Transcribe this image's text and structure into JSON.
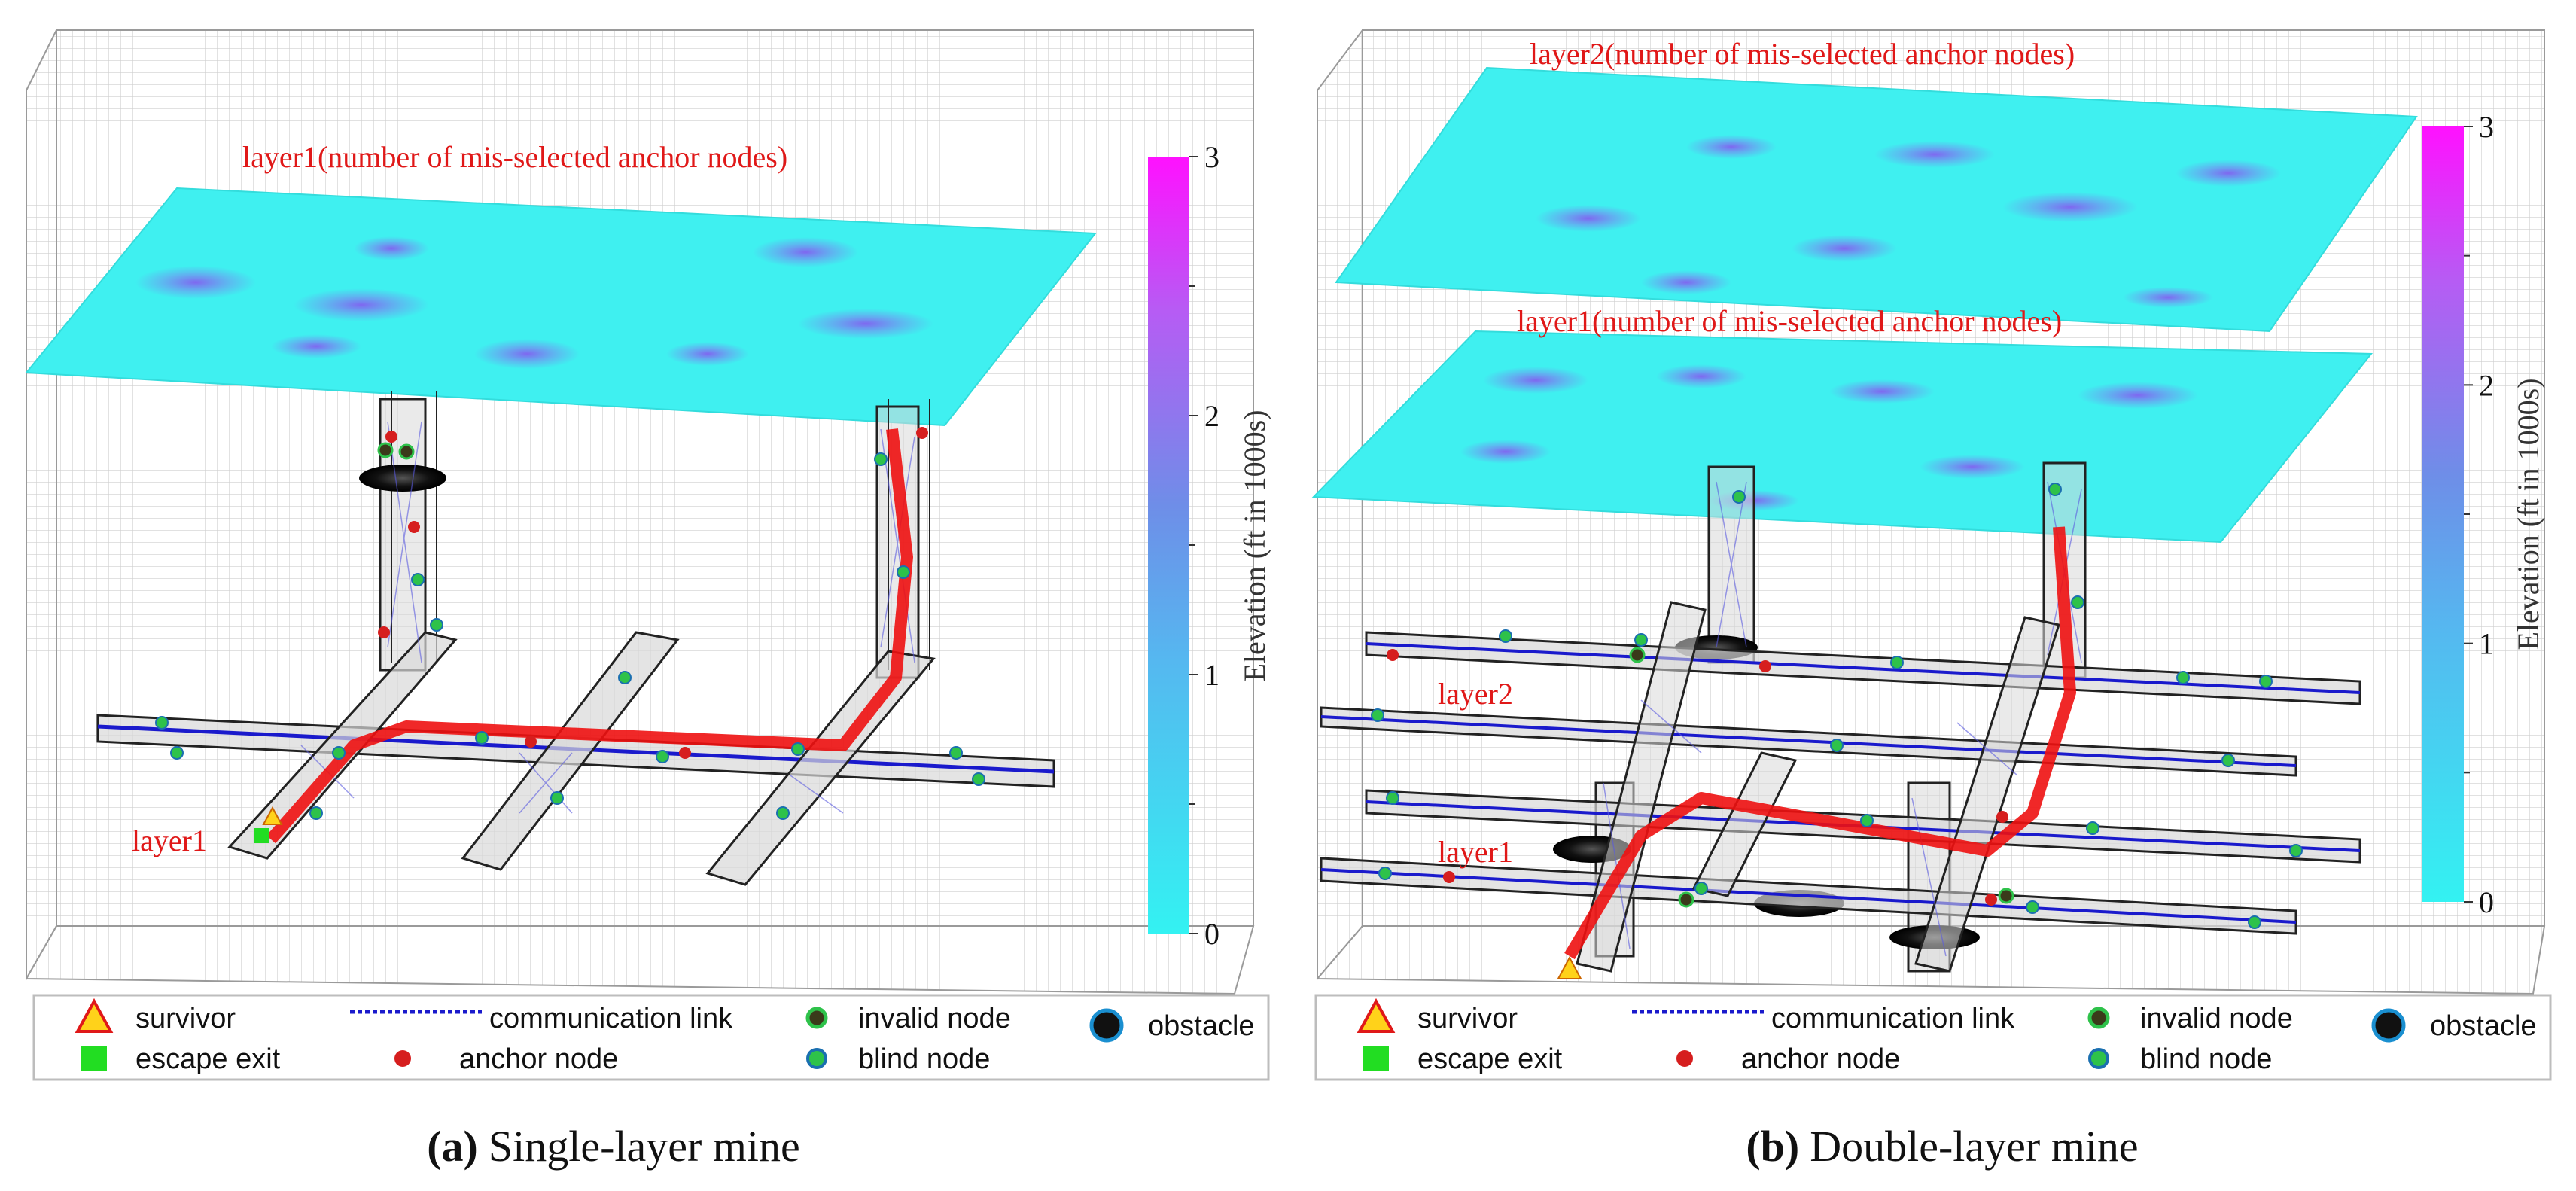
{
  "panels": [
    {
      "id": "a",
      "caption_letter": "(a)",
      "caption_text": "Single-layer mine",
      "surfaces": [
        {
          "label": "layer1(number of mis-selected anchor nodes)"
        }
      ],
      "tunnel_labels": [
        "layer1"
      ],
      "colorbar": {
        "label": "Elevation (ft in 1000s)",
        "ticks": [
          "0",
          "1",
          "2",
          "3"
        ],
        "min": 0,
        "max": 3,
        "color_low": "#33f2f2",
        "color_high": "#ff11ff"
      }
    },
    {
      "id": "b",
      "caption_letter": "(b)",
      "caption_text": "Double-layer mine",
      "surfaces": [
        {
          "label": "layer2(number of mis-selected anchor nodes)"
        },
        {
          "label": "layer1(number of mis-selected anchor nodes)"
        }
      ],
      "tunnel_labels": [
        "layer2",
        "layer1"
      ],
      "colorbar": {
        "label": "Elevation (ft in 1000s)",
        "ticks": [
          "0",
          "1",
          "2",
          "3"
        ],
        "min": 0,
        "max": 3,
        "color_low": "#33f2f2",
        "color_high": "#ff11ff"
      }
    }
  ],
  "legend": {
    "items": [
      {
        "key": "survivor",
        "label": "survivor",
        "icon": "triangle-icon",
        "color": "#ffd21a"
      },
      {
        "key": "escape",
        "label": "escape exit",
        "icon": "square-icon",
        "color": "#22dd22"
      },
      {
        "key": "link",
        "label": "communication link",
        "icon": "dotted-line-icon",
        "color": "#1a1acc"
      },
      {
        "key": "anchor",
        "label": "anchor node",
        "icon": "red-dot-icon",
        "color": "#d61e1e"
      },
      {
        "key": "invalid",
        "label": "invalid node",
        "icon": "invalid-dot-icon",
        "color": "#3a3a1a"
      },
      {
        "key": "blind",
        "label": "blind node",
        "icon": "blind-dot-icon",
        "color": "#2ec24a"
      },
      {
        "key": "obstacle",
        "label": "obstacle",
        "icon": "obstacle-icon",
        "color": "#111111"
      }
    ]
  },
  "colors": {
    "path": "#ee1111",
    "link": "#5a5ae0",
    "surface": "#3ff0f0",
    "label": "#e01818",
    "grid": "#c8c8c8"
  }
}
